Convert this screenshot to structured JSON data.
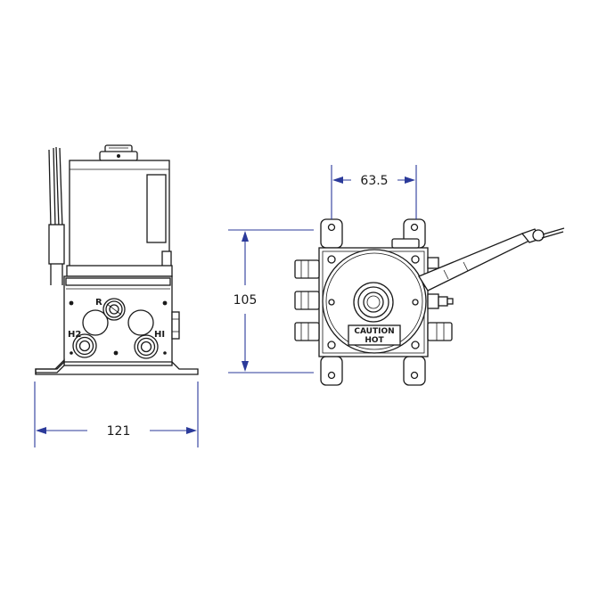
{
  "side_view": {
    "port_labels": {
      "r": "R",
      "h2": "H2",
      "hi": "HI"
    },
    "width_dimension": "121"
  },
  "front_view": {
    "caution_line1": "CAUTION",
    "caution_line2": "HOT",
    "width_dimension": "63.5",
    "height_dimension": "105"
  },
  "colors": {
    "dimension_lines": "#2b3a9a",
    "drawing_lines": "#1a1a1a"
  }
}
